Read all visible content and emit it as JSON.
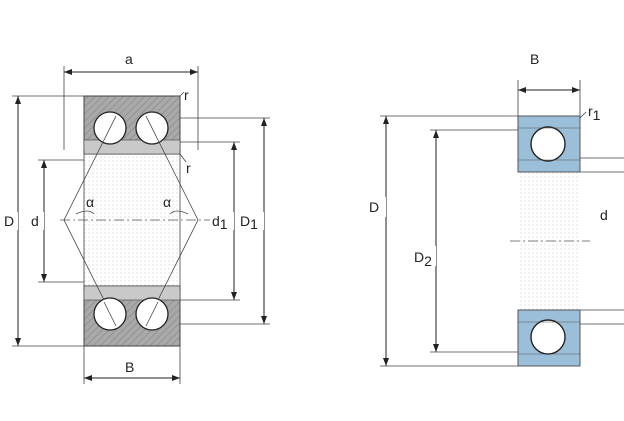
{
  "left_drawing": {
    "labels": {
      "a": "a",
      "r_top": "r",
      "r_mid": "r",
      "alpha_left": "α",
      "alpha_right": "α",
      "D": "D",
      "d": "d",
      "d1_main": "d",
      "d1_sub": "1",
      "D1_main": "D",
      "D1_sub": "1",
      "B": "B"
    }
  },
  "right_drawing": {
    "labels": {
      "B": "B",
      "r1_main": "r",
      "r1_sub": "1",
      "D": "D",
      "D2_main": "D",
      "D2_sub": "2",
      "d": "d"
    }
  },
  "colors": {
    "ring_gray": "#a9a9a9",
    "ring_blue": "#9bbfd9",
    "ball_fill": "#ffffff",
    "line": "#222222"
  }
}
